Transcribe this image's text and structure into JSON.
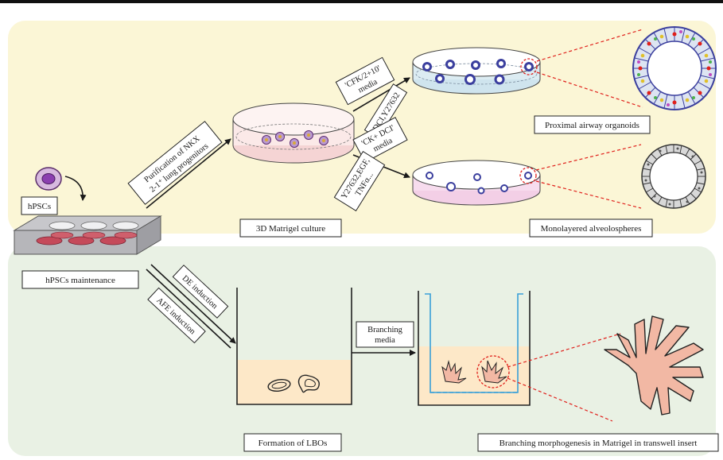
{
  "labels": {
    "hpscs": "hPSCs",
    "hpscs_maintenance": "hPSCs maintenance",
    "purification_line1": "Purification of NKX",
    "purification_line2": "2-1⁺ lung progenitors",
    "matrigel_culture": "3D Matrigel culture",
    "cfk_media_line1": "'CFK/2+10'",
    "cfk_media_line2": "media",
    "dci_y27632": "DCI,Y27632",
    "ck_dci_line1": "'CK+ DCI'",
    "ck_dci_line2": "media",
    "y27632_line1": "Y27632,EGF,",
    "y27632_line2": "TNFα...",
    "proximal_airway": "Proximal airway organoids",
    "alveolospheres": "Monolayered alveolospheres",
    "de_induction": "DE induction",
    "afe_induction": "AFE induction",
    "branching_media_line1": "Branching",
    "branching_media_line2": "media",
    "formation_lbos": "Formation of LBOs",
    "branching_morphogenesis": "Branching morphogenesis in Matrigel in transwell insert"
  },
  "colors": {
    "top_panel": "#fbf6d6",
    "bottom_panel": "#e9f1e4",
    "red_dash": "#e0201b",
    "organoid_blue": "#3b3f9e",
    "medium_peach": "#fde8c8",
    "tissue_pink": "#f2b8a4",
    "transwell_blue": "#3aa0d8"
  }
}
